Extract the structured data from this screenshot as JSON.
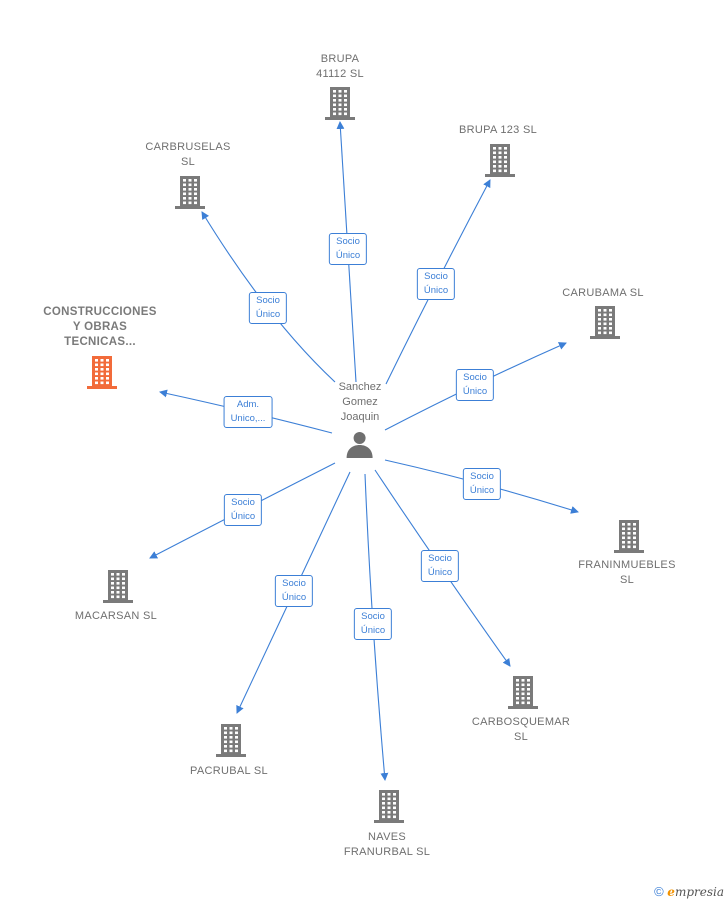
{
  "center": {
    "lines": [
      "Sanchez",
      "Gomez",
      "Joaquin"
    ]
  },
  "companies": [
    {
      "id": "brupa41112",
      "lines": [
        "BRUPA",
        "41112  SL"
      ],
      "highlight": false
    },
    {
      "id": "brupa123",
      "lines": [
        "BRUPA 123  SL"
      ],
      "highlight": false
    },
    {
      "id": "carbruselas",
      "lines": [
        "CARBRUSELAS",
        "SL"
      ],
      "highlight": false
    },
    {
      "id": "carubama",
      "lines": [
        "CARUBAMA  SL"
      ],
      "highlight": false
    },
    {
      "id": "construcciones",
      "lines": [
        "CONSTRUCCIONES",
        "Y OBRAS",
        "TECNICAS..."
      ],
      "highlight": true
    },
    {
      "id": "franinmuebles",
      "lines": [
        "FRANINMUEBLES",
        "SL"
      ],
      "highlight": false
    },
    {
      "id": "macarsan",
      "lines": [
        "MACARSAN  SL"
      ],
      "highlight": false
    },
    {
      "id": "carbosquemar",
      "lines": [
        "CARBOSQUEMAR",
        "SL"
      ],
      "highlight": false
    },
    {
      "id": "pacrubal",
      "lines": [
        "PACRUBAL  SL"
      ],
      "highlight": false
    },
    {
      "id": "naves",
      "lines": [
        "NAVES",
        "FRANURBAL SL"
      ],
      "highlight": false
    }
  ],
  "relations": [
    {
      "target": "brupa41112",
      "lines": [
        "Socio",
        "Único"
      ]
    },
    {
      "target": "brupa123",
      "lines": [
        "Socio",
        "Único"
      ]
    },
    {
      "target": "carbruselas",
      "lines": [
        "Socio",
        "Único"
      ]
    },
    {
      "target": "carubama",
      "lines": [
        "Socio",
        "Único"
      ]
    },
    {
      "target": "construcciones",
      "lines": [
        "Adm.",
        "Unico,..."
      ]
    },
    {
      "target": "franinmuebles",
      "lines": [
        "Socio",
        "Único"
      ]
    },
    {
      "target": "macarsan",
      "lines": [
        "Socio",
        "Único"
      ]
    },
    {
      "target": "carbosquemar",
      "lines": [
        "Socio",
        "Único"
      ]
    },
    {
      "target": "pacrubal",
      "lines": [
        "Socio",
        "Único"
      ]
    },
    {
      "target": "naves",
      "lines": [
        "Socio",
        "Único"
      ]
    }
  ],
  "colors": {
    "edge": "#3c7fd6",
    "building": "#7a7a7a",
    "highlight": "#f26b3a",
    "person": "#6f6f6f"
  },
  "copyright": {
    "symbol": "©",
    "brand_initial": "e",
    "brand_rest": "mpresia"
  }
}
